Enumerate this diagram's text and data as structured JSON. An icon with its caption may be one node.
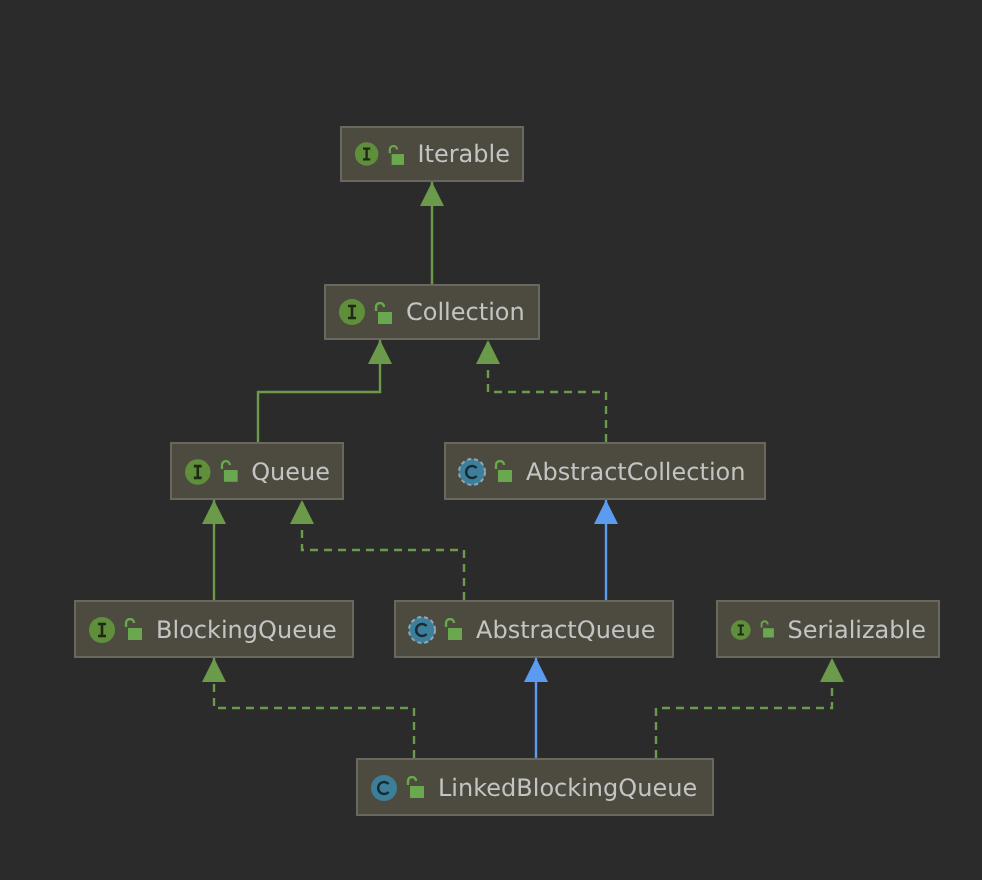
{
  "diagram": {
    "nodes": [
      {
        "text": [
          "Iterable"
        ]
      },
      {
        "text": [
          "Collection"
        ]
      },
      {
        "text": [
          "Queue"
        ]
      },
      {
        "text": [
          "AbstractCollection"
        ]
      },
      {
        "text": [
          "BlockingQueue"
        ]
      },
      {
        "text": [
          "AbstractQueue"
        ]
      },
      {
        "text": [
          "Serializable"
        ]
      },
      {
        "text": [
          "LinkedBlockingQueue"
        ]
      }
    ],
    "edges": [
      {
        "from": 1,
        "to": 0,
        "arrow": "to"
      },
      {
        "from": 2,
        "to": 1,
        "arrow": "to"
      },
      {
        "from": 3,
        "to": 1,
        "arrow": "to",
        "style": "dashed"
      },
      {
        "from": 4,
        "to": 2,
        "arrow": "to"
      },
      {
        "from": 5,
        "to": 2,
        "arrow": "to",
        "style": "dashed"
      },
      {
        "from": 5,
        "to": 3,
        "arrow": "to",
        "color": "#5b9bf0"
      },
      {
        "from": 7,
        "to": 4,
        "arrow": "to",
        "style": "dashed"
      },
      {
        "from": 7,
        "to": 5,
        "arrow": "to",
        "color": "#5b9bf0"
      },
      {
        "from": 7,
        "to": 6,
        "arrow": "to",
        "style": "dashed"
      }
    ]
  }
}
